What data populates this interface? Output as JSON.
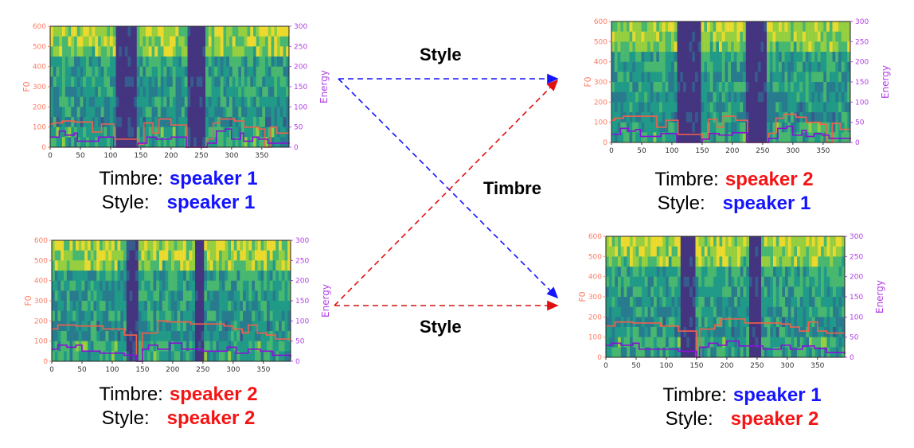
{
  "colors": {
    "speaker1": "#1414ff",
    "speaker2": "#f51414",
    "f0": "#ff7b63",
    "energy": "#b23ee6",
    "f0_line": "#f5604a",
    "energy_line": "#8a10d8"
  },
  "labels": {
    "style_top": "Style",
    "timbre_mid": "Timbre",
    "style_bottom": "Style"
  },
  "captions": [
    {
      "timbre_label": "Timbre:",
      "timbre": "speaker 1",
      "timbre_color": "speaker1",
      "style_label": "Style:",
      "style": "speaker 1",
      "style_color": "speaker1"
    },
    {
      "timbre_label": "Timbre:",
      "timbre": "speaker 2",
      "timbre_color": "speaker2",
      "style_label": "Style:",
      "style": "speaker 1",
      "style_color": "speaker1"
    },
    {
      "timbre_label": "Timbre:",
      "timbre": "speaker 2",
      "timbre_color": "speaker2",
      "style_label": "Style:",
      "style": "speaker 2",
      "style_color": "speaker2"
    },
    {
      "timbre_label": "Timbre:",
      "timbre": "speaker 1",
      "timbre_color": "speaker1",
      "style_label": "Style:",
      "style": "speaker 2",
      "style_color": "speaker2"
    }
  ],
  "chart_data": [
    {
      "type": "line",
      "xlabel": "",
      "ylabel": "F0",
      "y2label": "Energy",
      "xlim": [
        0,
        395
      ],
      "ylim": [
        0,
        600
      ],
      "y2lim": [
        0,
        300
      ],
      "xticks": [
        0,
        50,
        100,
        150,
        200,
        250,
        300,
        350
      ],
      "yticks": [
        0,
        100,
        200,
        300,
        400,
        500,
        600
      ],
      "y2ticks": [
        0,
        50,
        100,
        150,
        200,
        250,
        300
      ],
      "silence": [
        [
          108,
          145
        ],
        [
          225,
          258
        ]
      ],
      "f0": [
        [
          0,
          115
        ],
        [
          5,
          120
        ],
        [
          20,
          130
        ],
        [
          40,
          125
        ],
        [
          70,
          75
        ],
        [
          85,
          115
        ],
        [
          105,
          40
        ],
        [
          145,
          15
        ],
        [
          155,
          120
        ],
        [
          170,
          70
        ],
        [
          180,
          140
        ],
        [
          200,
          110
        ],
        [
          225,
          0
        ],
        [
          260,
          40
        ],
        [
          270,
          120
        ],
        [
          280,
          140
        ],
        [
          305,
          130
        ],
        [
          320,
          100
        ],
        [
          345,
          90
        ],
        [
          355,
          0
        ],
        [
          365,
          100
        ],
        [
          375,
          70
        ],
        [
          395,
          70
        ]
      ],
      "energy": [
        [
          0,
          25
        ],
        [
          15,
          40
        ],
        [
          25,
          30
        ],
        [
          40,
          35
        ],
        [
          45,
          15
        ],
        [
          80,
          25
        ],
        [
          105,
          0
        ],
        [
          145,
          10
        ],
        [
          160,
          25
        ],
        [
          175,
          20
        ],
        [
          200,
          25
        ],
        [
          225,
          0
        ],
        [
          260,
          10
        ],
        [
          275,
          40
        ],
        [
          290,
          45
        ],
        [
          300,
          20
        ],
        [
          315,
          35
        ],
        [
          320,
          15
        ],
        [
          335,
          25
        ],
        [
          345,
          20
        ],
        [
          360,
          10
        ],
        [
          395,
          8
        ]
      ]
    },
    {
      "type": "line",
      "xlabel": "",
      "ylabel": "F0",
      "y2label": "Energy",
      "xlim": [
        0,
        395
      ],
      "ylim": [
        0,
        600
      ],
      "y2lim": [
        0,
        300
      ],
      "xticks": [
        0,
        50,
        100,
        150,
        200,
        250,
        300,
        350
      ],
      "yticks": [
        0,
        100,
        200,
        300,
        400,
        500,
        600
      ],
      "y2ticks": [
        0,
        50,
        100,
        150,
        200,
        250,
        300
      ],
      "silence": [
        [
          110,
          150
        ],
        [
          222,
          258
        ]
      ],
      "f0": [
        [
          0,
          110
        ],
        [
          5,
          120
        ],
        [
          20,
          130
        ],
        [
          75,
          75
        ],
        [
          90,
          110
        ],
        [
          110,
          40
        ],
        [
          150,
          15
        ],
        [
          160,
          115
        ],
        [
          175,
          75
        ],
        [
          185,
          130
        ],
        [
          205,
          110
        ],
        [
          225,
          0
        ],
        [
          260,
          45
        ],
        [
          272,
          120
        ],
        [
          285,
          140
        ],
        [
          305,
          125
        ],
        [
          322,
          100
        ],
        [
          345,
          90
        ],
        [
          355,
          0
        ],
        [
          365,
          95
        ],
        [
          378,
          65
        ],
        [
          395,
          65
        ]
      ],
      "energy": [
        [
          0,
          20
        ],
        [
          15,
          35
        ],
        [
          28,
          28
        ],
        [
          40,
          32
        ],
        [
          48,
          15
        ],
        [
          82,
          22
        ],
        [
          108,
          0
        ],
        [
          150,
          8
        ],
        [
          162,
          22
        ],
        [
          178,
          18
        ],
        [
          200,
          24
        ],
        [
          225,
          0
        ],
        [
          260,
          10
        ],
        [
          275,
          35
        ],
        [
          290,
          40
        ],
        [
          300,
          18
        ],
        [
          315,
          30
        ],
        [
          322,
          15
        ],
        [
          335,
          22
        ],
        [
          348,
          18
        ],
        [
          360,
          10
        ],
        [
          395,
          8
        ]
      ]
    },
    {
      "type": "line",
      "xlabel": "",
      "ylabel": "F0",
      "y2label": "Energy",
      "xlim": [
        0,
        395
      ],
      "ylim": [
        0,
        600
      ],
      "y2lim": [
        0,
        300
      ],
      "xticks": [
        0,
        50,
        100,
        150,
        200,
        250,
        300,
        350
      ],
      "yticks": [
        0,
        100,
        200,
        300,
        400,
        500,
        600
      ],
      "y2ticks": [
        0,
        50,
        100,
        150,
        200,
        250,
        300
      ],
      "silence": [
        [
          125,
          145
        ],
        [
          235,
          250
        ]
      ],
      "f0": [
        [
          0,
          160
        ],
        [
          10,
          180
        ],
        [
          40,
          175
        ],
        [
          85,
          160
        ],
        [
          120,
          130
        ],
        [
          140,
          0
        ],
        [
          150,
          140
        ],
        [
          175,
          200
        ],
        [
          190,
          195
        ],
        [
          230,
          185
        ],
        [
          285,
          175
        ],
        [
          300,
          160
        ],
        [
          315,
          140
        ],
        [
          325,
          180
        ],
        [
          340,
          140
        ],
        [
          355,
          130
        ],
        [
          370,
          110
        ],
        [
          395,
          110
        ]
      ],
      "energy": [
        [
          0,
          30
        ],
        [
          10,
          40
        ],
        [
          25,
          35
        ],
        [
          40,
          40
        ],
        [
          50,
          25
        ],
        [
          80,
          20
        ],
        [
          120,
          15
        ],
        [
          140,
          0
        ],
        [
          150,
          30
        ],
        [
          160,
          40
        ],
        [
          175,
          30
        ],
        [
          195,
          45
        ],
        [
          215,
          30
        ],
        [
          250,
          25
        ],
        [
          290,
          35
        ],
        [
          305,
          20
        ],
        [
          325,
          30
        ],
        [
          345,
          25
        ],
        [
          365,
          15
        ],
        [
          395,
          10
        ]
      ]
    },
    {
      "type": "line",
      "xlabel": "",
      "ylabel": "F0",
      "y2label": "Energy",
      "xlim": [
        0,
        395
      ],
      "ylim": [
        0,
        600
      ],
      "y2lim": [
        0,
        300
      ],
      "xticks": [
        0,
        50,
        100,
        150,
        200,
        250,
        300,
        350
      ],
      "yticks": [
        0,
        100,
        200,
        300,
        400,
        500,
        600
      ],
      "y2ticks": [
        0,
        50,
        100,
        150,
        200,
        250,
        300
      ],
      "silence": [
        [
          125,
          150
        ],
        [
          235,
          255
        ]
      ],
      "f0": [
        [
          0,
          155
        ],
        [
          15,
          175
        ],
        [
          45,
          170
        ],
        [
          90,
          155
        ],
        [
          120,
          130
        ],
        [
          150,
          0
        ],
        [
          155,
          140
        ],
        [
          180,
          160
        ],
        [
          190,
          190
        ],
        [
          230,
          170
        ],
        [
          290,
          165
        ],
        [
          305,
          150
        ],
        [
          320,
          130
        ],
        [
          335,
          175
        ],
        [
          350,
          130
        ],
        [
          365,
          120
        ],
        [
          395,
          120
        ]
      ],
      "energy": [
        [
          0,
          30
        ],
        [
          10,
          35
        ],
        [
          25,
          30
        ],
        [
          45,
          35
        ],
        [
          55,
          20
        ],
        [
          90,
          20
        ],
        [
          120,
          15
        ],
        [
          150,
          0
        ],
        [
          155,
          25
        ],
        [
          170,
          35
        ],
        [
          185,
          30
        ],
        [
          200,
          40
        ],
        [
          220,
          28
        ],
        [
          260,
          20
        ],
        [
          290,
          30
        ],
        [
          305,
          20
        ],
        [
          325,
          28
        ],
        [
          345,
          22
        ],
        [
          365,
          12
        ],
        [
          395,
          8
        ]
      ]
    }
  ]
}
